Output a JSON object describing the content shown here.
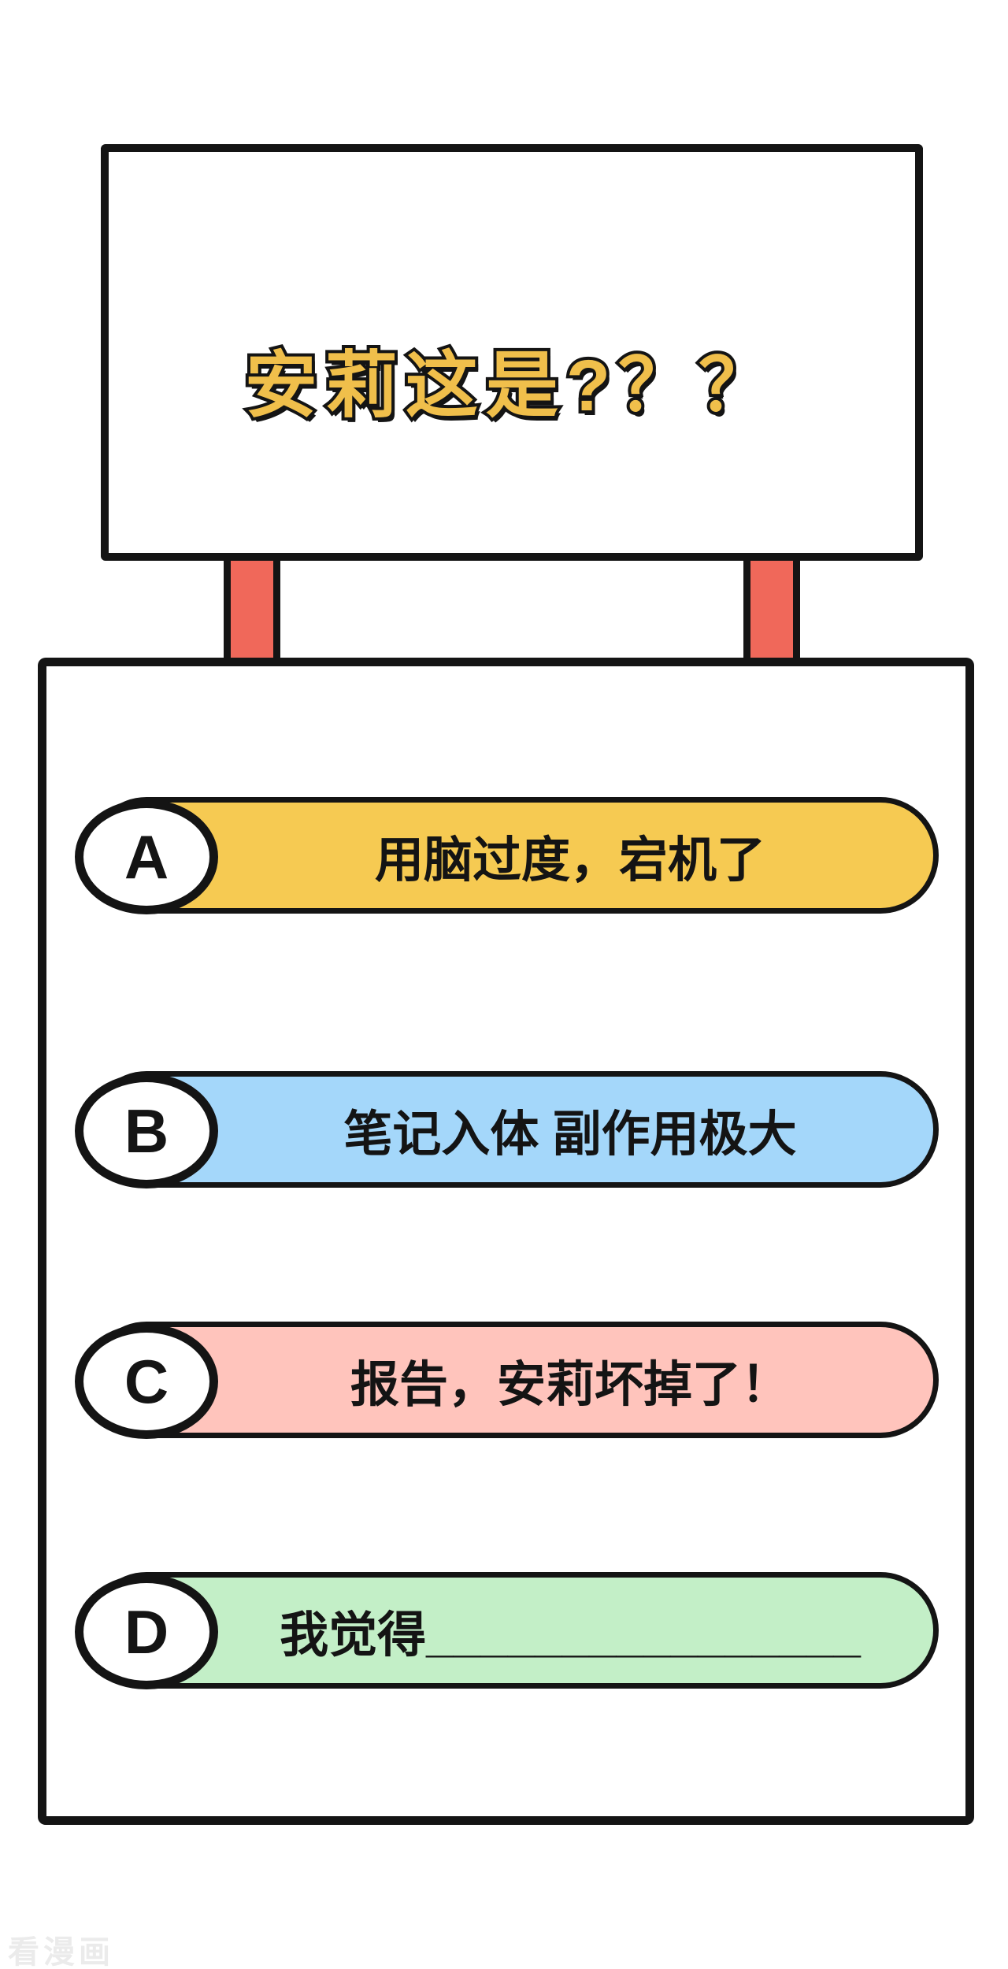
{
  "sign": {
    "title": "安莉这是?？？",
    "title_color": "#F0BF4B",
    "outline_color": "#141414"
  },
  "posts": {
    "color": "#F0685A"
  },
  "quiz": {
    "options": [
      {
        "letter": "A",
        "label": "用脑过度，宕机了",
        "color": "#F6CA52"
      },
      {
        "letter": "B",
        "label": "笔记入体 副作用极大",
        "color": "#A4D7FA"
      },
      {
        "letter": "C",
        "label": "报告，安莉坏掉了！",
        "color": "#FFC4BC"
      },
      {
        "letter": "D",
        "label": "我觉得________________",
        "color": "#C3EFC7"
      }
    ]
  },
  "watermark": {
    "text": "看漫画",
    "color": "#EBEBEB"
  }
}
